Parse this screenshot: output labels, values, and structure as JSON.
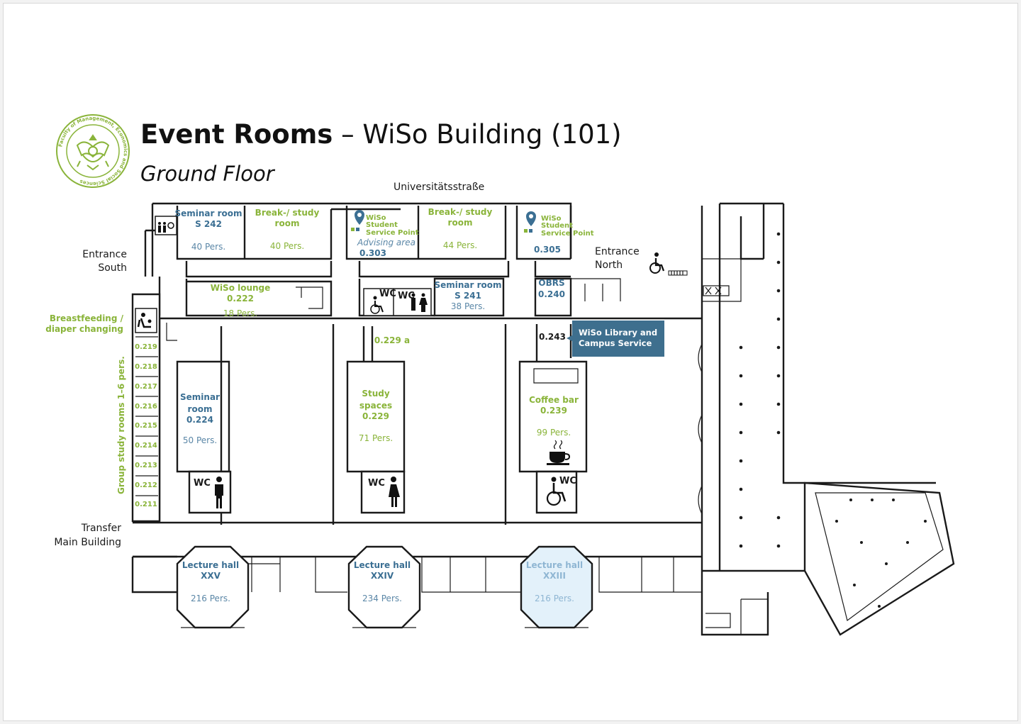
{
  "title": {
    "main": "Event Rooms",
    "rest": " – WiSo Building (101)",
    "floor": "Ground Floor"
  },
  "logo": {
    "ring_text": "Faculty of Management, Economics and Social Sciences",
    "icon": "eagle-seal-icon",
    "color": "#8ab43a"
  },
  "street": "Universitätsstraße",
  "entrances": {
    "south": [
      "Entrance",
      "South"
    ],
    "north": [
      "Entrance",
      "North"
    ],
    "transfer": [
      "Transfer",
      "Main Building"
    ]
  },
  "breastfeeding": [
    "Breastfeeding /",
    "diaper changing"
  ],
  "group_study": {
    "label": "Group study rooms   1–6 pers.",
    "rooms": [
      "0.219",
      "0.218",
      "0.217",
      "0.216",
      "0.215",
      "0.214",
      "0.213",
      "0.212",
      "0.211"
    ]
  },
  "rooms": {
    "s242": {
      "name": "Seminar room",
      "num": "S 242",
      "cap": "40 Pers."
    },
    "break1": {
      "name": "Break-/ study",
      "name2": "room",
      "cap": "40 Pers."
    },
    "service1": {
      "l1": "WiSo",
      "l2": "Student",
      "l3": "Service Point",
      "area": "Advising area",
      "num": "0.303"
    },
    "break2": {
      "name": "Break-/ study",
      "name2": "room",
      "cap": "44 Pers."
    },
    "service2": {
      "l1": "WiSo",
      "l2": "Student",
      "l3": "Service Point",
      "num": "0.305"
    },
    "lounge": {
      "name": "WiSo lounge",
      "num": "0.222",
      "cap": "18 Pers."
    },
    "s241": {
      "name": "Seminar room",
      "num": "S 241",
      "cap": "38 Pers."
    },
    "obrs": {
      "name": "OBRS",
      "num": "0.240"
    },
    "r0229a": {
      "num": "0.229 a"
    },
    "r0243": {
      "num": "0.243"
    },
    "library": {
      "l1": "WiSo Library and",
      "l2": "Campus Service",
      "color": "#3e6f8e"
    },
    "s0224": {
      "l1": "Seminar",
      "l2": "room",
      "num": "0.224",
      "cap": "50 Pers."
    },
    "study": {
      "l1": "Study",
      "l2": "spaces",
      "num": "0.229",
      "cap": "71 Pers."
    },
    "coffee": {
      "name": "Coffee bar",
      "num": "0.239",
      "cap": "99 Pers."
    },
    "hall25": {
      "name": "Lecture hall",
      "num": "XXV",
      "cap": "216 Pers."
    },
    "hall24": {
      "name": "Lecture hall",
      "num": "XXIV",
      "cap": "234 Pers."
    },
    "hall23": {
      "name": "Lecture hall",
      "num": "XXIII",
      "cap": "216 Pers.",
      "tint": "#e3f1fa"
    }
  },
  "wc": {
    "label": "WC",
    "small": "WC"
  },
  "colors": {
    "green": "#8ab43a",
    "blue": "#3b6f93",
    "light_blue": "#8fb6d3",
    "wall": "#1a1a1a"
  }
}
